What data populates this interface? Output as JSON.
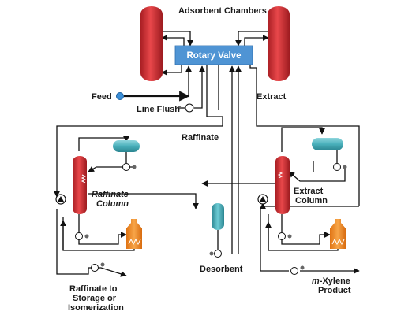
{
  "labels": {
    "adsorbent_chambers": "Adsorbent Chambers",
    "rotary_valve": "Rotary Valve",
    "feed": "Feed",
    "line_flush": "Line Flush",
    "extract": "Extract",
    "raffinate": "Raffinate",
    "raffinate_column_line1": "Raffinate",
    "raffinate_column_line2": "Column",
    "extract_column_line1": "Extract",
    "extract_column_line2": "Column",
    "desorbent": "Desorbent",
    "raffinate_product_line1": "Raffinate to",
    "raffinate_product_line2": "Storage or",
    "raffinate_product_line3": "Isomerization",
    "mxylene_prefix": "m",
    "mxylene_suffix": "-Xylene",
    "mxylene_line2": "Product"
  },
  "colors": {
    "chamber_red": "#d9373b",
    "valve_blue": "#4f94d4",
    "drum_teal": "#4fb6c1",
    "heater_orange": "#f08a24",
    "line": "#111111"
  }
}
